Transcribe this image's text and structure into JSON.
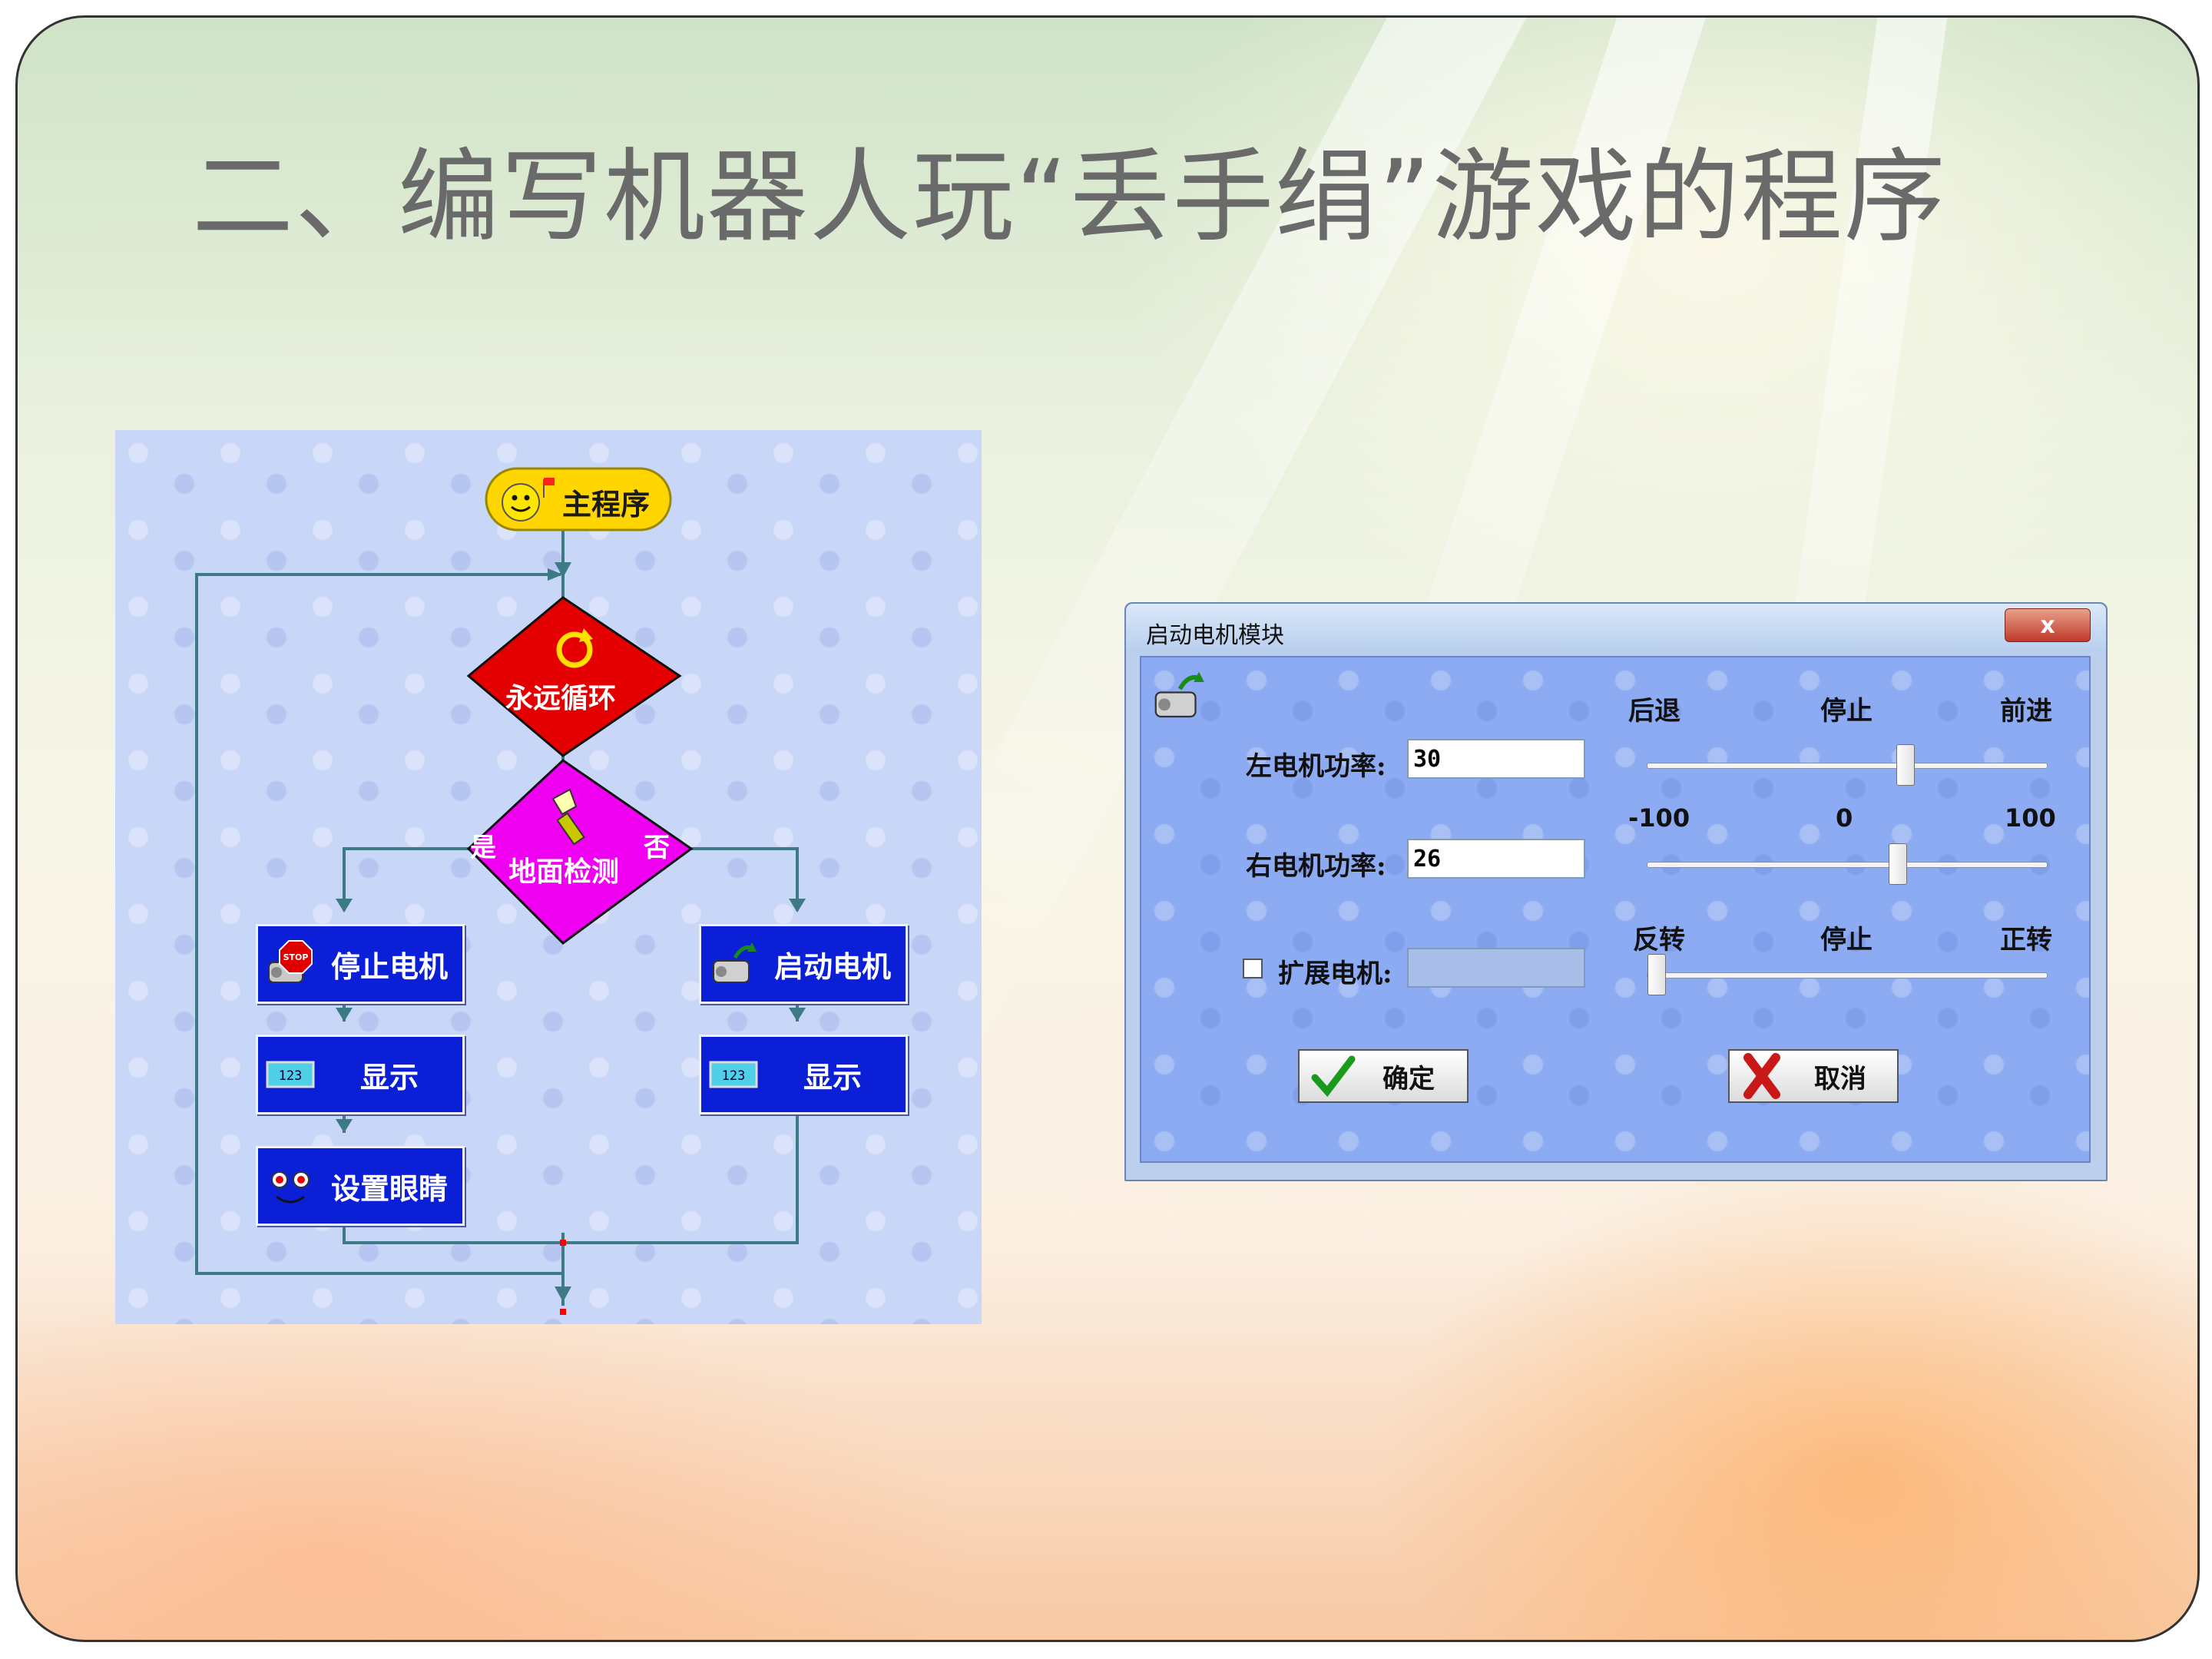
{
  "slide": {
    "title": "二、编写机器人玩“丢手绢”游戏的程序"
  },
  "flowchart": {
    "start_label": "主程序",
    "loop_label": "永远循环",
    "detect_label": "地面检测",
    "branch_yes": "是",
    "branch_no": "否",
    "left_blocks": [
      "停止电机",
      "显示",
      "设置眼睛"
    ],
    "right_blocks": [
      "启动电机",
      "显示"
    ],
    "display_icon_text": "123",
    "stop_icon_text": "STOP"
  },
  "dialog": {
    "title": "启动电机模块",
    "close_label": "x",
    "top_scale": {
      "left": "后退",
      "mid": "停止",
      "right": "前进"
    },
    "left_motor": {
      "label": "左电机功率:",
      "value": "30",
      "level": 30
    },
    "number_scale": {
      "left": "-100",
      "mid": "0",
      "right": "100"
    },
    "right_motor": {
      "label": "右电机功率:",
      "value": "26",
      "level": 26
    },
    "ext_scale": {
      "left": "反转",
      "mid": "停止",
      "right": "正转"
    },
    "ext_motor": {
      "label": "扩展电机:",
      "value": "",
      "checked": false,
      "level": -100
    },
    "ok_label": "确定",
    "cancel_label": "取消"
  }
}
